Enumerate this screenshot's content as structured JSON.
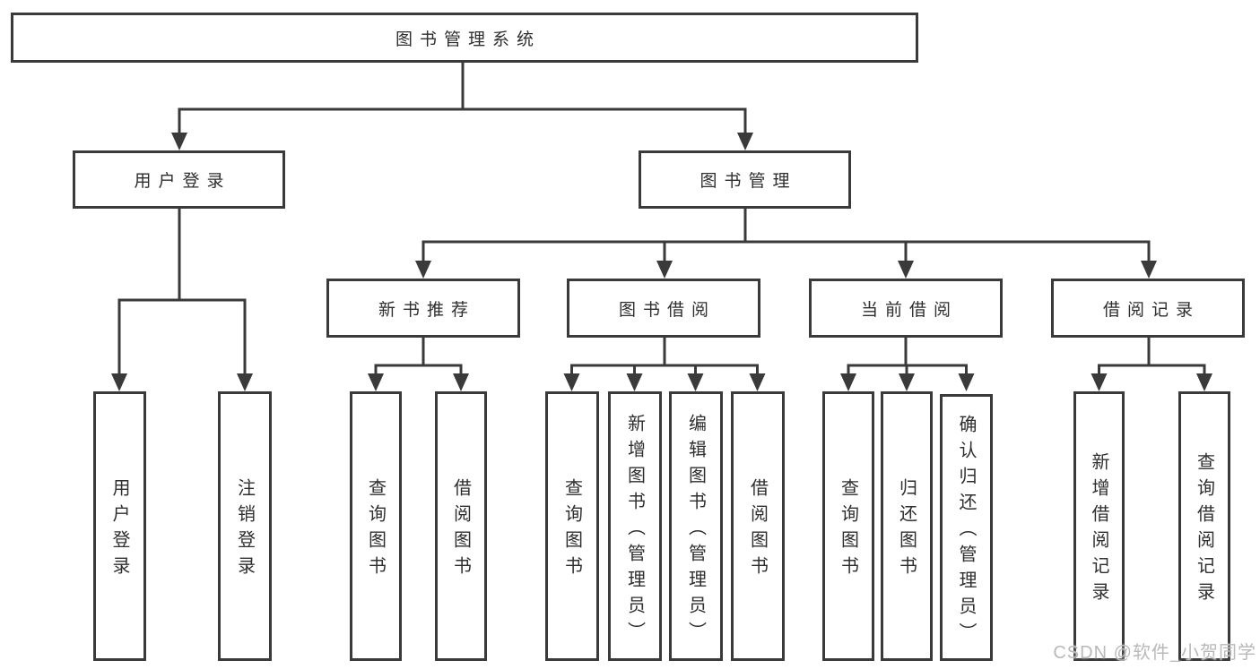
{
  "tree": {
    "root": {
      "label": "图书管理系统",
      "children": [
        {
          "label": "用户登录",
          "children": [
            {
              "label": "用户登录"
            },
            {
              "label": "注销登录"
            }
          ]
        },
        {
          "label": "图书管理",
          "children": [
            {
              "label": "新书推荐",
              "children": [
                {
                  "label": "查询图书"
                },
                {
                  "label": "借阅图书"
                }
              ]
            },
            {
              "label": "图书借阅",
              "children": [
                {
                  "label": "查询图书"
                },
                {
                  "label": "新增图书（管理员）"
                },
                {
                  "label": "编辑图书（管理员）"
                },
                {
                  "label": "借阅图书"
                }
              ]
            },
            {
              "label": "当前借阅",
              "children": [
                {
                  "label": "查询图书"
                },
                {
                  "label": "归还图书"
                },
                {
                  "label": "确认归还（管理员）"
                }
              ]
            },
            {
              "label": "借阅记录",
              "children": [
                {
                  "label": "新增借阅记录"
                },
                {
                  "label": "查询借阅记录"
                }
              ]
            }
          ]
        }
      ]
    }
  },
  "watermark": "CSDN @软件_小贺同学",
  "colors": {
    "line": "#3a3a3a",
    "box_border": "#3a3a3a",
    "text": "#2e2e2e",
    "watermark": "#b9b9b9"
  }
}
